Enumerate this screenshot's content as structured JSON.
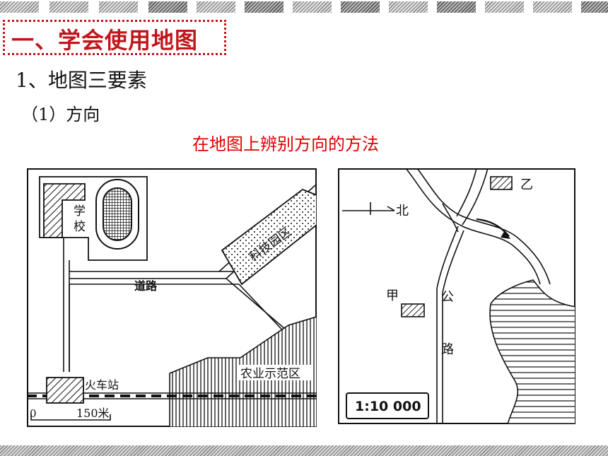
{
  "heading": "一、学会使用地图",
  "subheading": "1、地图三要素",
  "subsubheading": "（1）方向",
  "caption": "在地图上辨别方向的方法",
  "map_left": {
    "school_label_1": "学",
    "school_label_2": "校",
    "tech_park": "科技园区",
    "road": "道路",
    "agri_zone": "农业示范区",
    "station": "火车站",
    "scale_zero": "0",
    "scale_value": "150米"
  },
  "map_right": {
    "north": "北",
    "place_a": "甲",
    "place_b": "乙",
    "highway_1": "公",
    "highway_2": "路",
    "scale": "1:10 000"
  },
  "colors": {
    "heading_red": "#c0161b",
    "caption_red": "#e00000"
  }
}
